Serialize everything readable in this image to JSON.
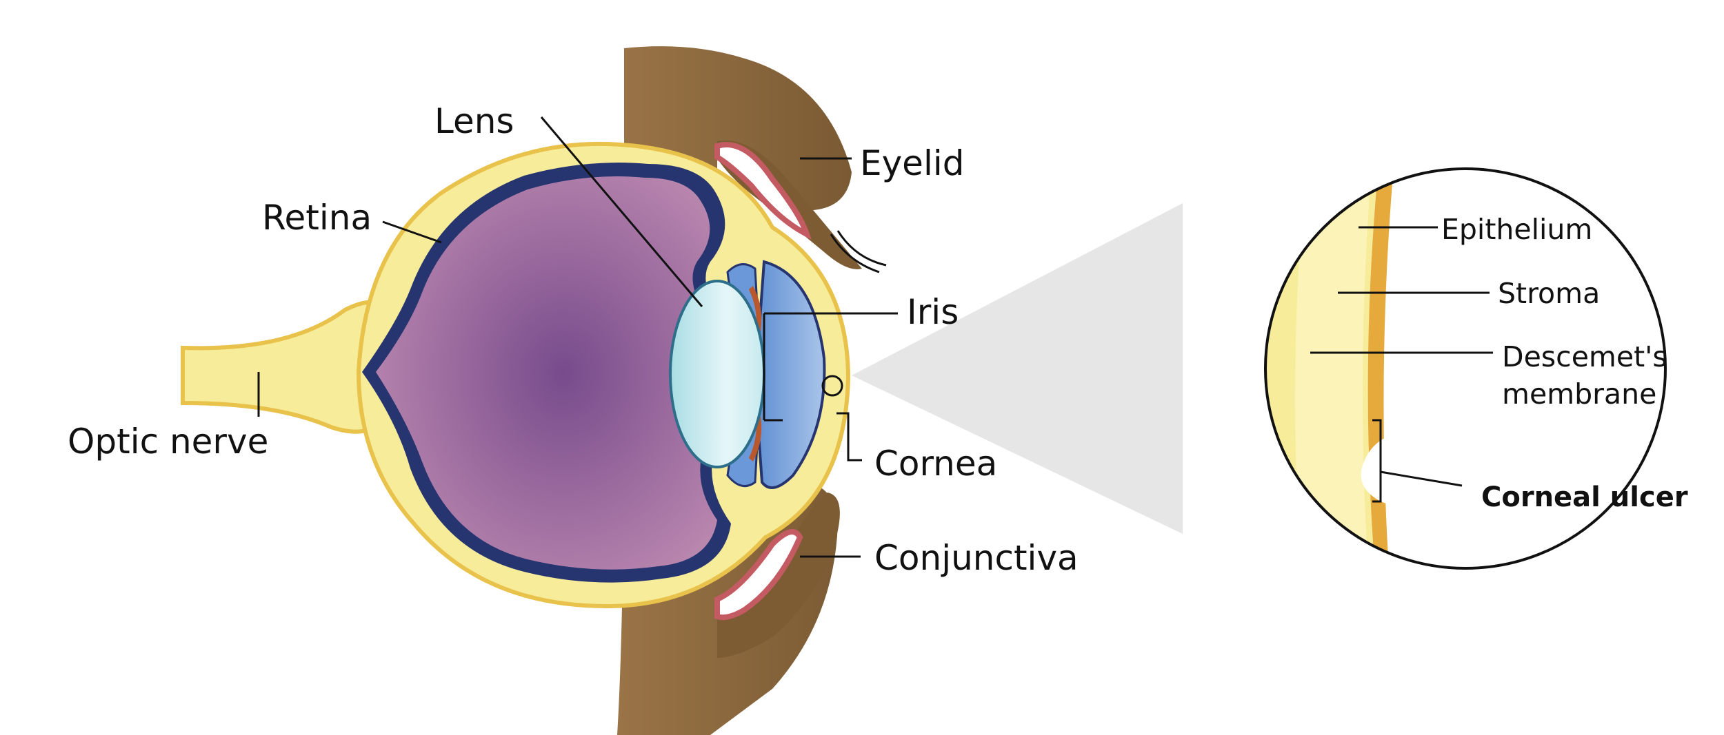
{
  "labels": {
    "lens": "Lens",
    "eyelid": "Eyelid",
    "retina": "Retina",
    "iris": "Iris",
    "optic_nerve": "Optic nerve",
    "cornea": "Cornea",
    "conjunctiva": "Conjunctiva",
    "epithelium": "Epithelium",
    "stroma": "Stroma",
    "descemets_line1": "Descemet's",
    "descemets_line2": "membrane",
    "corneal_ulcer": "Corneal ulcer"
  },
  "colors": {
    "sclera": "#f7ec9a",
    "sclera_edge": "#e8c24a",
    "retina": "#26356f",
    "vitreous_center": "#7a4f8f",
    "vitreous_edge": "#b785ae",
    "lens": "#bfe8ec",
    "aqueous": "#7fa8dc",
    "iris": "#b8582c",
    "skin": "#8a6a3f",
    "conjunctiva": "#c45a62",
    "zoom_cone": "#e3e3e3",
    "epithelium": "#e6a93c"
  }
}
